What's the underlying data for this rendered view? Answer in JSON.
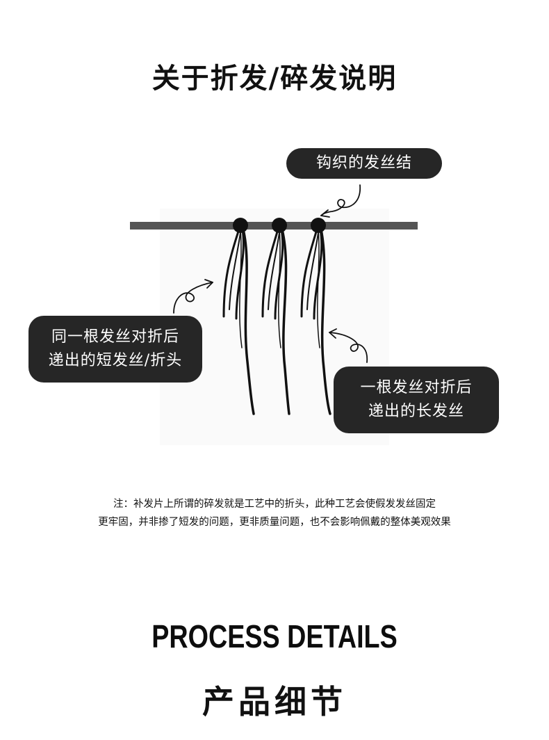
{
  "title": "关于折发/碎发说明",
  "labels": {
    "knot": "钩织的发丝结",
    "short_line1": "同一根发丝对折后",
    "short_line2": "递出的短发丝/折头",
    "long_line1": "一根发丝对折后",
    "long_line2": "递出的长发丝"
  },
  "note": {
    "line1": "注：补发片上所谓的碎发就是工艺中的折头，此种工艺会使假发发丝固定",
    "line2": "更牢固，并非掺了短发的问题，更非质量问题，也不会影响佩戴的整体美观效果"
  },
  "section": {
    "en": "PROCESS DETAILS",
    "cn": "产品细节"
  },
  "colors": {
    "bar": "#555555",
    "knot": "#111111",
    "bubble": "#262626",
    "hair": "#111111"
  }
}
